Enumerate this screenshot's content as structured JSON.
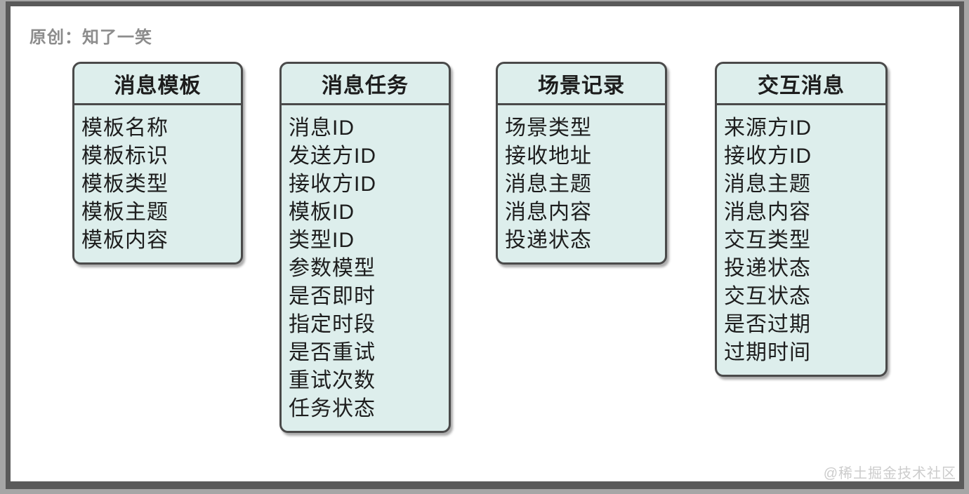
{
  "page": {
    "byline": "原创：知了一笑",
    "watermark": "@稀土掘金技术社区"
  },
  "colors": {
    "box_fill": "#ddeeec",
    "box_border": "#4a4a4a",
    "frame_border": "#5a5a5a",
    "outer_background": "#a6a6a6",
    "byline_text": "#8c8c8c",
    "watermark_text": "#cccccc",
    "field_text": "#1d1d1d"
  },
  "diagram": {
    "type": "entity-tables",
    "entities": [
      {
        "title": "消息模板",
        "fields": [
          "模板名称",
          "模板标识",
          "模板类型",
          "模板主题",
          "模板内容"
        ]
      },
      {
        "title": "消息任务",
        "fields": [
          "消息ID",
          "发送方ID",
          "接收方ID",
          "模板ID",
          "类型ID",
          "参数模型",
          "是否即时",
          "指定时段",
          "是否重试",
          "重试次数",
          "任务状态"
        ]
      },
      {
        "title": "场景记录",
        "fields": [
          "场景类型",
          "接收地址",
          "消息主题",
          "消息内容",
          "投递状态"
        ]
      },
      {
        "title": "交互消息",
        "fields": [
          "来源方ID",
          "接收方ID",
          "消息主题",
          "消息内容",
          "交互类型",
          "投递状态",
          "交互状态",
          "是否过期",
          "过期时间"
        ]
      }
    ]
  }
}
